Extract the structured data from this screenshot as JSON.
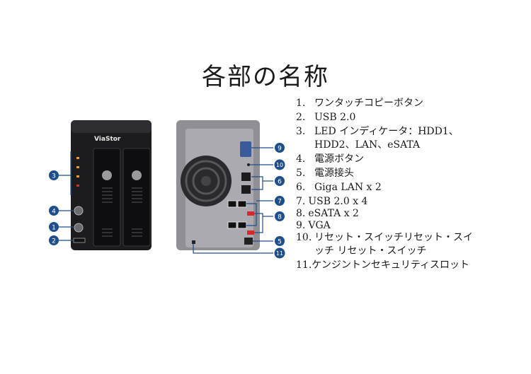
{
  "title": "各部の名称",
  "brand_label": "ViaStor",
  "callouts": [
    "1",
    "2",
    "3",
    "4",
    "5",
    "6",
    "7",
    "8",
    "9",
    "10",
    "11"
  ],
  "legend": [
    {
      "num": "1.",
      "text": "ワンタッチコピーボタン"
    },
    {
      "num": "2.",
      "text": "USB 2.0"
    },
    {
      "num": "3.",
      "text": "LED インディケータ：HDD1、HDD2、LAN、eSATA"
    },
    {
      "num": "4.",
      "text": "電源ボタン"
    },
    {
      "num": "5.",
      "text": "電源接头"
    },
    {
      "num": "6.",
      "text": "Giga LAN x 2"
    },
    {
      "num": "7.",
      "text": "USB 2.0 x 4"
    },
    {
      "num": "8.",
      "text": "eSATA x 2"
    },
    {
      "num": "9.",
      "text": "VGA"
    },
    {
      "num": "10.",
      "text": "リセット・スイッチリセット・スイッチ リセット・スイッチ"
    },
    {
      "num": "11.",
      "text": "ケンジントンセキュリティスロット"
    }
  ],
  "colors": {
    "callout": "#1f4e8c",
    "accent": "#d8282c"
  }
}
